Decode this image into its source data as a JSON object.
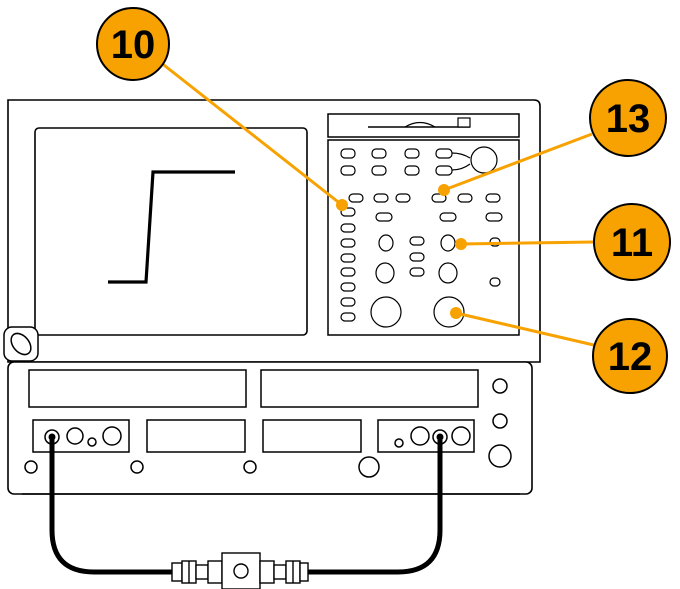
{
  "callouts": [
    {
      "id": "c10",
      "label": "10"
    },
    {
      "id": "c13",
      "label": "13"
    },
    {
      "id": "c11",
      "label": "11"
    },
    {
      "id": "c12",
      "label": "12"
    }
  ],
  "colors": {
    "callout_fill": "#F7A200",
    "leader_line": "#F7A200",
    "outline": "#000000",
    "background": "#FFFFFF"
  },
  "icons": [
    "waveform-step-icon",
    "coax-cable-icon",
    "connector-adapter-icon",
    "knob-icon"
  ]
}
